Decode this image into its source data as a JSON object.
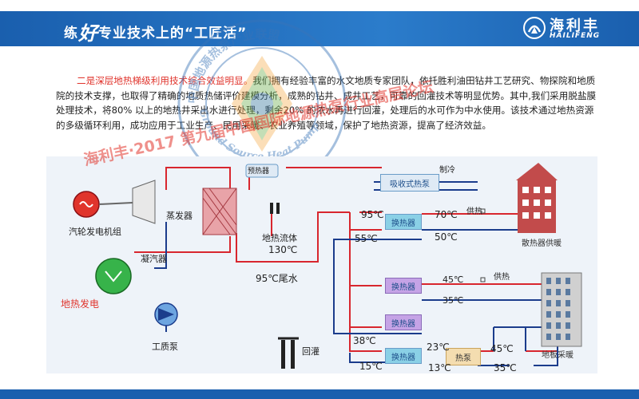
{
  "header": {
    "title_prefix": "练",
    "title_big": "好",
    "title_suffix": "专业技术上的“工匠活”",
    "logo_cn": "海利丰",
    "logo_en": "HAILIFENG"
  },
  "paragraph": {
    "highlight": "二是深层地热梯级利用技术综合效益明显。",
    "body": "我们拥有经验丰富的水文地质专家团队，依托胜利油田钻井工艺研究、物探院和地质院的技术支撑，也取得了精确的地质热储评价建模分析，成熟的钻井、成井工艺，可靠的回灌技术等明显优势。其中,我们采用脱盐膜处理技术，将80% 以上的地热井采出水进行处理，剩余20% 的浓水再进行回灌，处理后的水可作为中水使用。该技术通过地热资源的多级循环利用，成功应用于工业生产、民用采暖、农业养殖等领域，保护了地热资源，提高了经济效益。"
  },
  "watermark": "海利丰·2017 第九届中国国际地源热泵行业高层论坛",
  "diagram": {
    "generator": "汽轮发电机组",
    "condenser": "凝汽器",
    "geo_power": "地热发电",
    "pump": "工质泵",
    "evaporator": "蒸发器",
    "preheater": "预热器",
    "geo_fluid": "地热流体",
    "geo_temp": "130℃",
    "tail_water": "95℃尾水",
    "absorb": "吸收式热泵",
    "cooling": "制冷",
    "hx1": "换热器",
    "hx2": "换热器",
    "hx3": "换热器",
    "hx4": "换热器",
    "heat_pump": "热泵",
    "supply1": "供热",
    "supply2": "供热",
    "radiator": "散热器供暖",
    "floor": "地板采暖",
    "reinject": "回灌",
    "t95": "95℃",
    "t55": "55℃",
    "t70": "70℃",
    "t50": "50℃",
    "t45a": "45℃",
    "t35a": "35℃",
    "t38": "38℃",
    "t23": "23℃",
    "t45b": "45℃",
    "t15": "15℃",
    "t13": "13℃",
    "t35b": "35℃"
  },
  "colors": {
    "brand_blue": "#1a5fae",
    "pipe_red": "#d8262e",
    "pipe_blue": "#1b3c8c",
    "accent_red": "#e0342c"
  },
  "seal": {
    "text_top": "中国地源热泵产业联盟",
    "text_bottom": "Ground Source Heat Pump"
  }
}
